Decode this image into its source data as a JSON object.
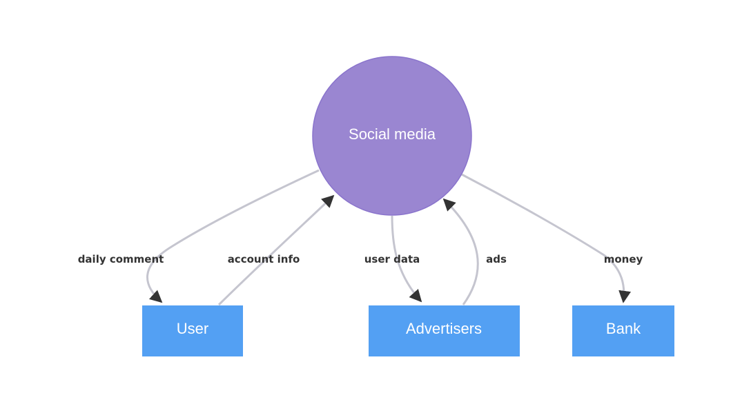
{
  "colors": {
    "circle_fill": "#9a86d1",
    "circle_stroke": "#8a74cc",
    "box_fill": "#53a0f3",
    "edge_stroke": "#c5c5cf",
    "arrow_fill": "#333333",
    "edge_label_text": "#333333",
    "node_text": "#ffffff"
  },
  "nodes": {
    "social_media": {
      "label": "Social media",
      "shape": "circle"
    },
    "user": {
      "label": "User",
      "shape": "box"
    },
    "advertisers": {
      "label": "Advertisers",
      "shape": "box"
    },
    "bank": {
      "label": "Bank",
      "shape": "box"
    }
  },
  "edges": [
    {
      "from": "Social media",
      "to": "User",
      "label": "daily comment"
    },
    {
      "from": "User",
      "to": "Social media",
      "label": "account info"
    },
    {
      "from": "Social media",
      "to": "Advertisers",
      "label": "user data"
    },
    {
      "from": "Advertisers",
      "to": "Social media",
      "label": "ads"
    },
    {
      "from": "Social media",
      "to": "Bank",
      "label": "money"
    }
  ]
}
